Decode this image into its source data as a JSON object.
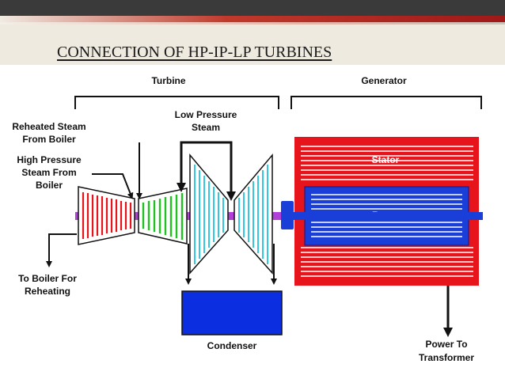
{
  "slide_title": "CONNECTION OF HP-IP-LP TURBINES",
  "labels": {
    "turbine": "Turbine",
    "generator": "Generator",
    "reheated_steam_1": "Reheated Steam",
    "reheated_steam_2": "From Boiler",
    "high_pressure_1": "High Pressure",
    "high_pressure_2": "Steam From",
    "high_pressure_3": "Boiler",
    "low_pressure_1": "Low Pressure",
    "low_pressure_2": "Steam",
    "stator": "Stator",
    "rotor": "Rotor",
    "to_boiler_1": "To Boiler For",
    "to_boiler_2": "Reheating",
    "condenser": "Condenser",
    "power_1": "Power To",
    "power_2": "Transformer"
  },
  "colors": {
    "hp_blades": "#e8141c",
    "ip_blades": "#22c022",
    "lp_blades": "#33c7e0",
    "shaft": "#b040d8",
    "stator": "#e8141c",
    "rotor": "#1a3fd8",
    "condenser": "#0a2ee0",
    "title_bar": "#3a3a3a",
    "accent_red": "#b01e1e"
  }
}
